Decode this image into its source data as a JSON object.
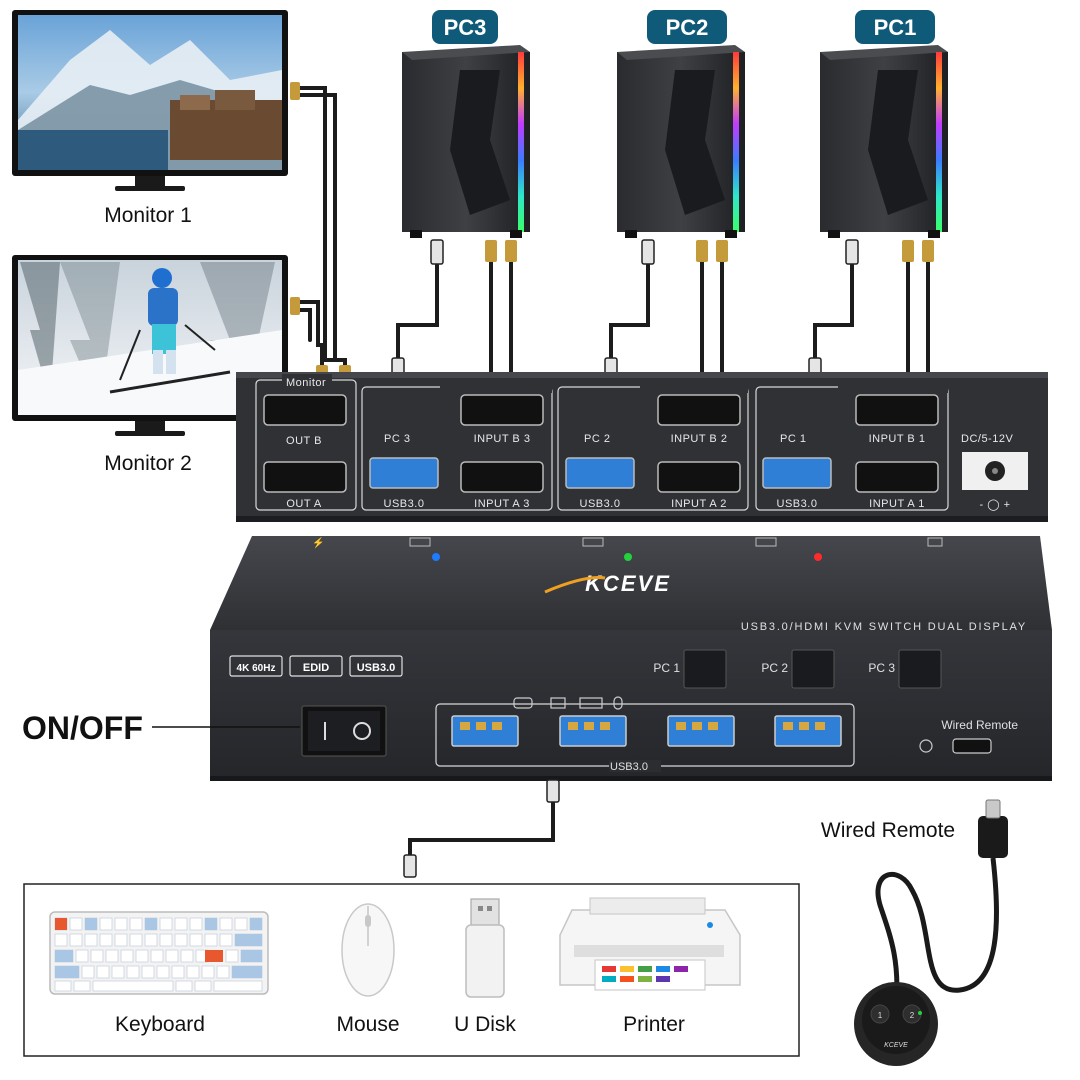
{
  "colors": {
    "badge": "#0f5a78",
    "kvm_body": "#2b2d31",
    "kvm_top": "#3a3c41",
    "usb_blue": "#2f7fd6",
    "led_blue": "#1e7bff",
    "led_green": "#22d33b",
    "led_red": "#ff2a2a",
    "cable": "#1c1c1c"
  },
  "pcs": [
    {
      "id": "pc3",
      "label": "PC3"
    },
    {
      "id": "pc2",
      "label": "PC2"
    },
    {
      "id": "pc1",
      "label": "PC1"
    }
  ],
  "monitors": [
    {
      "id": "monitor1",
      "label": "Monitor 1"
    },
    {
      "id": "monitor2",
      "label": "Monitor 2"
    }
  ],
  "back_panel": {
    "monitor_label": "Monitor",
    "out_b": "OUT B",
    "out_a": "OUT A",
    "groups": [
      {
        "pc": "PC 3",
        "input_b": "INPUT B 3",
        "usb": "USB3.0",
        "input_a": "INPUT A 3"
      },
      {
        "pc": "PC 2",
        "input_b": "INPUT B 2",
        "usb": "USB3.0",
        "input_a": "INPUT A 2"
      },
      {
        "pc": "PC 1",
        "input_b": "INPUT B 1",
        "usb": "USB3.0",
        "input_a": "INPUT A 1"
      }
    ],
    "dc_label": "DC/5-12V",
    "dc_polarity": "- ◯ +"
  },
  "front_panel": {
    "brand": "KCEVE",
    "product_title": "USB3.0/HDMI KVM SWITCH DUAL DISPLAY",
    "badges": [
      "4K 60Hz",
      "EDID",
      "USB3.0"
    ],
    "pc_buttons": [
      "PC 1",
      "PC 2",
      "PC 3"
    ],
    "usb_label": "USB3.0",
    "wired_remote_label": "Wired Remote"
  },
  "on_off_label": "ON/OFF",
  "wired_remote_callout": "Wired Remote",
  "remote_buttons": [
    "1",
    "2"
  ],
  "remote_brand": "KCEVE",
  "peripherals": [
    {
      "id": "keyboard",
      "label": "Keyboard"
    },
    {
      "id": "mouse",
      "label": "Mouse"
    },
    {
      "id": "udisk",
      "label": "U Disk"
    },
    {
      "id": "printer",
      "label": "Printer"
    }
  ]
}
